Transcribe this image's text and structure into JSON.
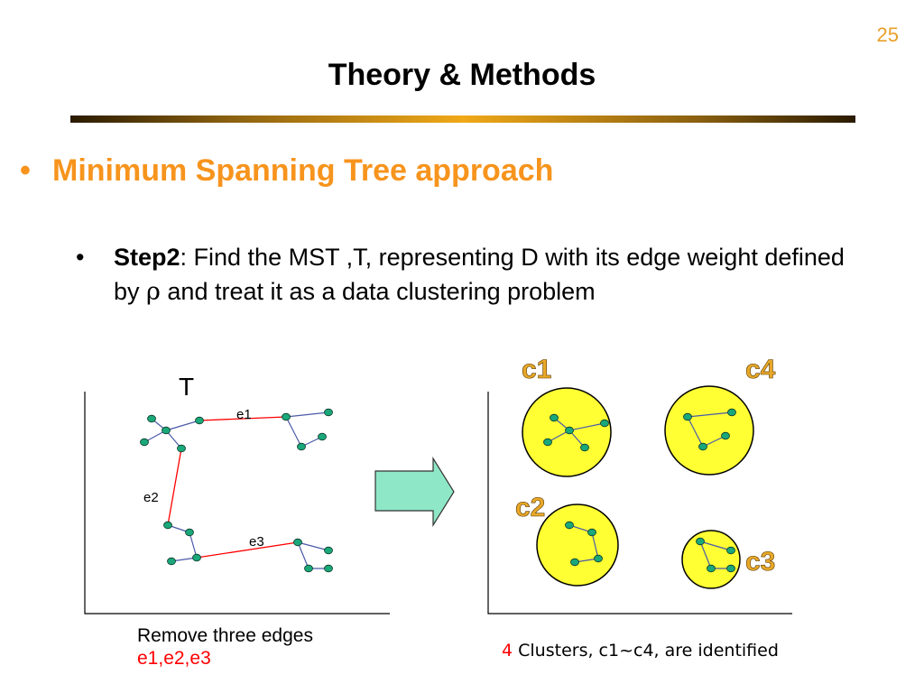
{
  "slide_number": "25",
  "title": "Theory & Methods",
  "heading": {
    "bullet": "•",
    "text": "Minimum Spanning Tree approach"
  },
  "step": {
    "bullet": "•",
    "label": "Step2",
    "text_before_rho": ": Find the MST ,T, representing D with its edge weight defined by ",
    "rho": "ρ",
    "text_after_rho": " and treat it as a data clustering problem"
  },
  "left_diagram": {
    "tree_label": "T",
    "edge_labels": [
      "e1",
      "e2",
      "e3"
    ],
    "caption_line1": "Remove three edges",
    "caption_line2": "e1,e2,e3"
  },
  "right_diagram": {
    "cluster_labels": [
      "c1",
      "c4",
      "c2",
      "c3"
    ],
    "caption_number": "4",
    "caption_text": " Clusters, c1~c4, are identified"
  },
  "colors": {
    "accent_orange": "#f7941d",
    "node_fill": "#1aa87a",
    "tree_edge": "#4a5aa8",
    "removed_edge": "#ff0000",
    "cluster_fill": "#ffff33",
    "arrow_fill": "#8ee8c8"
  }
}
